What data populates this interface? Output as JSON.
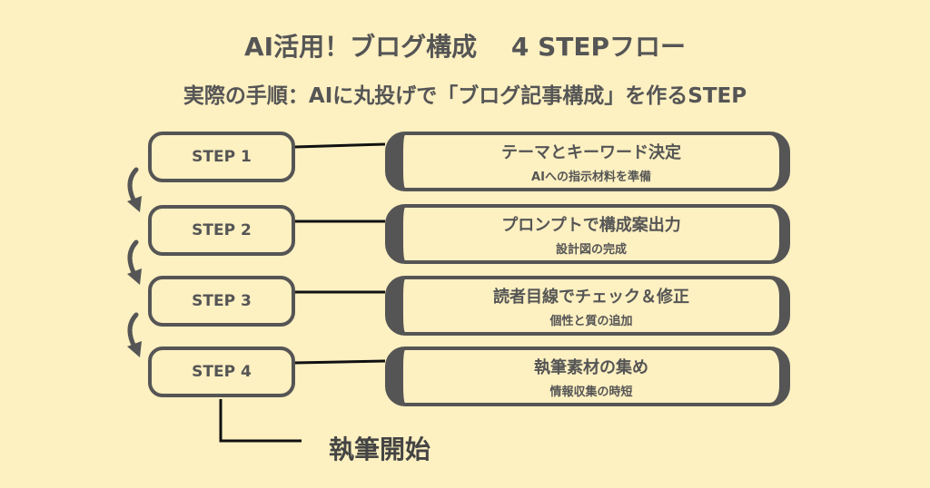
{
  "title": "AI活用！ブログ構成　 4 STEPフロー",
  "subtitle": "実際の手順：AIに丸投げで「ブログ記事構成」を作るSTEP",
  "steps": [
    {
      "label": "STEP 1",
      "heading": "テーマとキーワード決定",
      "sub": "AIへの指示材料を準備"
    },
    {
      "label": "STEP 2",
      "heading": "プロンプトで構成案出力",
      "sub": "設計図の完成"
    },
    {
      "label": "STEP 3",
      "heading": "読者目線でチェック＆修正",
      "sub": "個性と質の追加"
    },
    {
      "label": "STEP 4",
      "heading": "執筆素材の集め",
      "sub": "情報収集の時短"
    }
  ],
  "end_label": "執筆開始",
  "colors": {
    "background": "#fdf0c1",
    "ink": "#555555"
  }
}
